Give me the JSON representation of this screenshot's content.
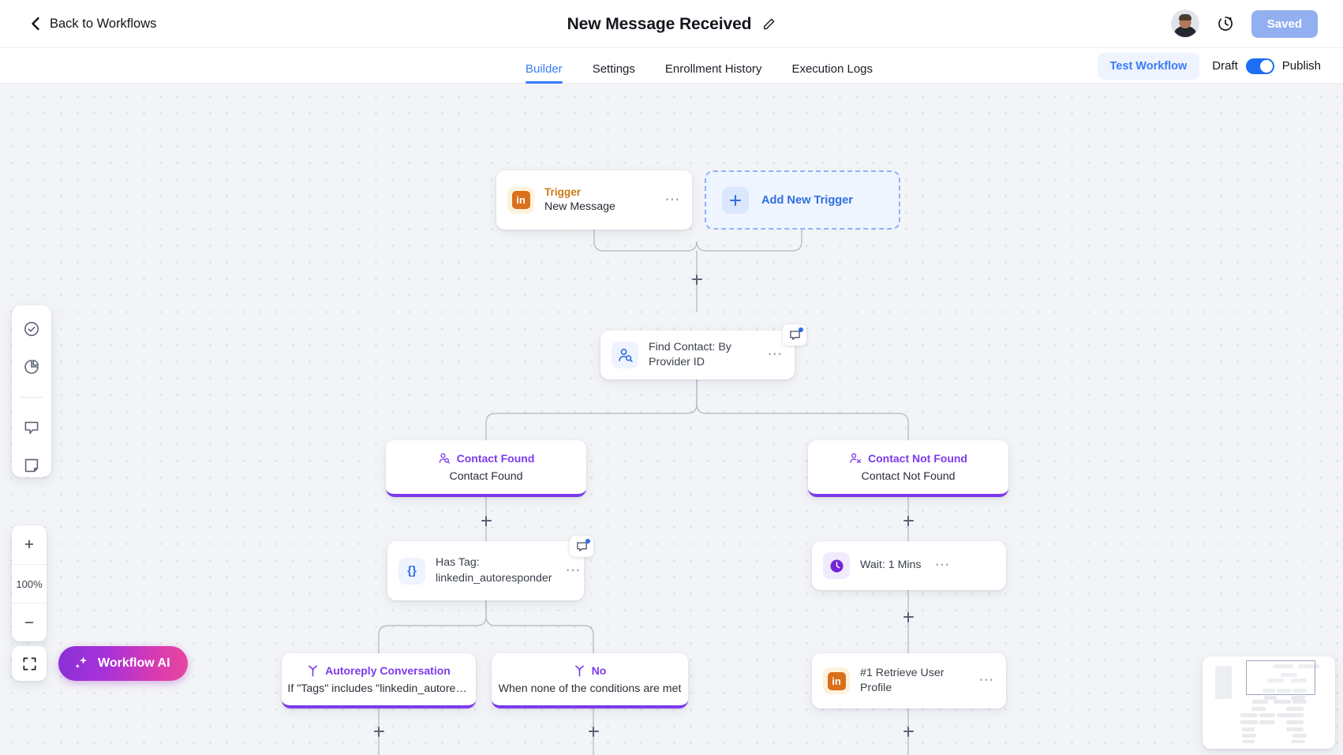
{
  "topbar": {
    "back_label": "Back to Workflows",
    "back_icon": "chevron-left-icon",
    "workflow_title": "New Message Received",
    "edit_icon": "pencil-icon",
    "history_icon": "clock-history-icon",
    "avatar_icon": "user-avatar",
    "save_label": "Saved",
    "save_color": "#92b0f0"
  },
  "tabbar": {
    "tabs": [
      {
        "label": "Builder",
        "active": true
      },
      {
        "label": "Settings",
        "active": false
      },
      {
        "label": "Enrollment History",
        "active": false
      },
      {
        "label": "Execution Logs",
        "active": false
      }
    ],
    "test_label": "Test Workflow",
    "draft_label": "Draft",
    "publish_label": "Publish",
    "toggle_on": true,
    "accent_color": "#3b7bf6"
  },
  "canvas": {
    "zoom_level": "100%",
    "zoom_in_label": "+",
    "zoom_out_label": "−",
    "ai_button_label": "Workflow AI",
    "ai_icon": "sparkle-icon",
    "fit_icon": "fit-to-screen-icon",
    "tools": [
      {
        "icon": "check-circle-icon",
        "name": "validate"
      },
      {
        "icon": "pie-chart-icon",
        "name": "analytics"
      },
      {
        "icon": "comment-icon",
        "name": "comments"
      },
      {
        "icon": "sticky-note-icon",
        "name": "notes"
      }
    ]
  },
  "nodes": {
    "trigger": {
      "icon": "linkedin-icon",
      "glyph": "in",
      "title": "Trigger",
      "subtitle": "New Message",
      "menu_icon": "ellipsis-icon"
    },
    "add_trigger": {
      "label": "Add New Trigger",
      "icon": "plus-icon"
    },
    "find_contact": {
      "icon": "contact-search-icon",
      "label": "Find Contact: By Provider ID",
      "menu_icon": "ellipsis-icon",
      "has_comment_badge": true
    },
    "contact_found": {
      "icon": "contact-found-icon",
      "title": "Contact Found",
      "subtitle": "Contact Found",
      "accent": "#7c3aed"
    },
    "contact_not_found": {
      "icon": "contact-not-found-icon",
      "title": "Contact Not Found",
      "subtitle": "Contact Not Found",
      "accent": "#7c3aed"
    },
    "has_tag": {
      "icon": "braces-icon",
      "glyph": "{}",
      "label": "Has Tag:\nlinkedin_autoresponder",
      "menu_icon": "ellipsis-icon",
      "has_comment_badge": true
    },
    "wait": {
      "icon": "clock-icon",
      "label": "Wait: 1 Mins",
      "menu_icon": "ellipsis-icon"
    },
    "autoreply": {
      "icon": "branch-icon",
      "title": "Autoreply Conversation",
      "subtitle": "If \"Tags\" includes \"linkedin_autoresp…",
      "accent": "#7c3aed"
    },
    "no_branch": {
      "icon": "branch-icon",
      "title": "No",
      "subtitle": "When none of the conditions are met",
      "accent": "#7c3aed"
    },
    "retrieve_profile": {
      "icon": "linkedin-icon",
      "glyph": "in",
      "label": "#1 Retrieve User Profile",
      "menu_icon": "ellipsis-icon"
    }
  }
}
